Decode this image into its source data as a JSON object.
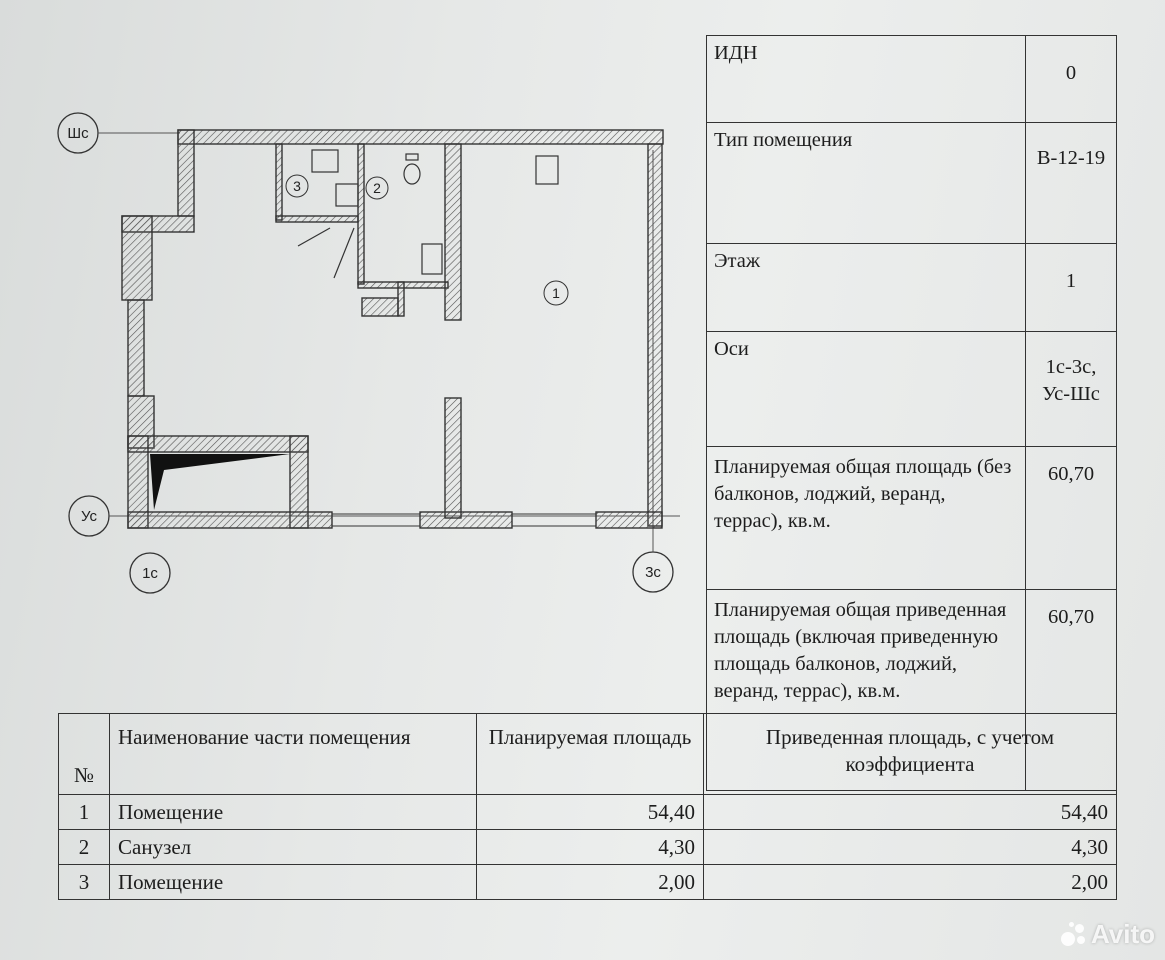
{
  "plan": {
    "axes": {
      "top": "Шс",
      "bottom": "Ус",
      "left": "1с",
      "right": "3с"
    },
    "rooms": [
      "1",
      "2",
      "3"
    ]
  },
  "info": [
    {
      "label": "ИДН",
      "value": "0"
    },
    {
      "label": "Тип помещения",
      "value": "В-12-19"
    },
    {
      "label": "Этаж",
      "value": "1"
    },
    {
      "label": "Оси",
      "value": "1с-3с, Ус-Шс"
    },
    {
      "label": "Планируемая общая площадь (без балконов, лоджий, веранд, террас), кв.м.",
      "value": "60,70"
    },
    {
      "label": "Планируемая общая приведенная площадь (включая приведенную площадь балконов, лоджий, веранд, террас), кв.м.",
      "value": "60,70"
    }
  ],
  "parts": {
    "headers": {
      "num": "№",
      "name": "Наименование части помещения",
      "area": "Планируемая площадь",
      "reduced": "Приведенная площадь, с учетом коэффициента"
    },
    "rows": [
      {
        "num": "1",
        "name": "Помещение",
        "area": "54,40",
        "reduced": "54,40"
      },
      {
        "num": "2",
        "name": "Санузел",
        "area": "4,30",
        "reduced": "4,30"
      },
      {
        "num": "3",
        "name": "Помещение",
        "area": "2,00",
        "reduced": "2,00"
      }
    ]
  },
  "watermark": "Avito"
}
